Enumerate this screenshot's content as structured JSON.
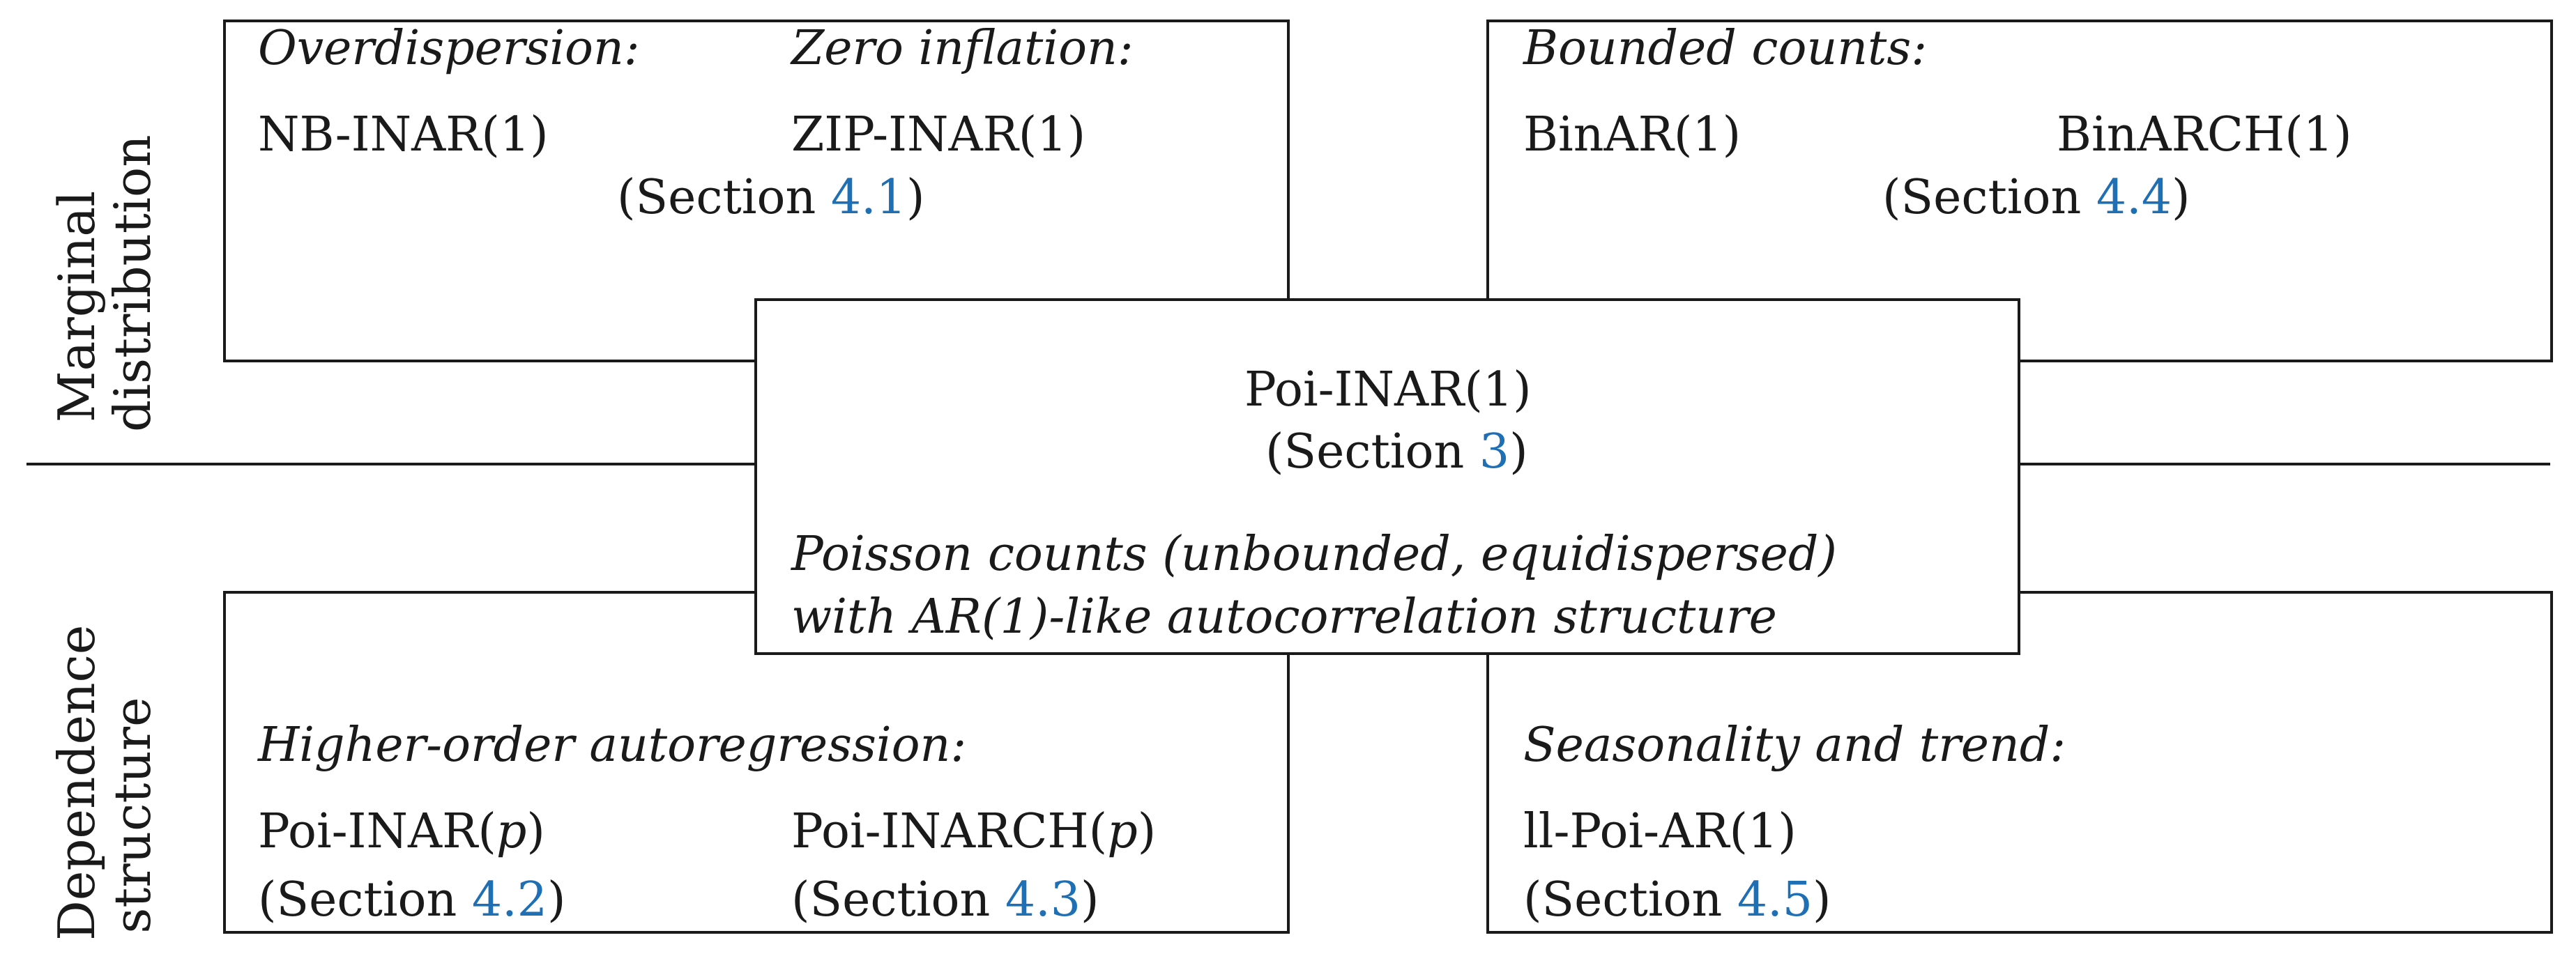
{
  "side_labels": {
    "marginal": [
      "Marginal",
      "distribution"
    ],
    "dependence": [
      "Dependence",
      "structure"
    ]
  },
  "top_left": {
    "heading_1": "Overdispersion:",
    "heading_2": "Zero inflation:",
    "model_1": "NB-INAR(1)",
    "model_2": "ZIP-INAR(1)",
    "ref_prefix": "(Section ",
    "ref_num": "4.1",
    "ref_suffix": ")"
  },
  "top_right": {
    "heading": "Bounded counts:",
    "model_1": "BinAR(1)",
    "model_2": "BinARCH(1)",
    "ref_prefix": "(Section ",
    "ref_num": "4.4",
    "ref_suffix": ")"
  },
  "center": {
    "model": "Poi-INAR(1)",
    "ref_prefix": "(Section ",
    "ref_num": "3",
    "ref_suffix": ")",
    "description_1": "Poisson counts (unbounded, equidispersed)",
    "description_2": "with AR(1)-like autocorrelation structure"
  },
  "bottom_left": {
    "heading": "Higher-order autoregression:",
    "model_1_prefix": "Poi-INAR(",
    "model_1_var": "p",
    "model_1_suffix": ")",
    "model_2_prefix": "Poi-INARCH(",
    "model_2_var": "p",
    "model_2_suffix": ")",
    "ref_1_prefix": "(Section ",
    "ref_1_num": "4.2",
    "ref_1_suffix": ")",
    "ref_2_prefix": "(Section ",
    "ref_2_num": "4.3",
    "ref_2_suffix": ")"
  },
  "bottom_right": {
    "heading": "Seasonality and trend:",
    "model": "ll-Poi-AR(1)",
    "ref_prefix": "(Section ",
    "ref_num": "4.5",
    "ref_suffix": ")"
  },
  "colors": {
    "link": "#1f6fb5",
    "line": "#1a1a1a"
  }
}
